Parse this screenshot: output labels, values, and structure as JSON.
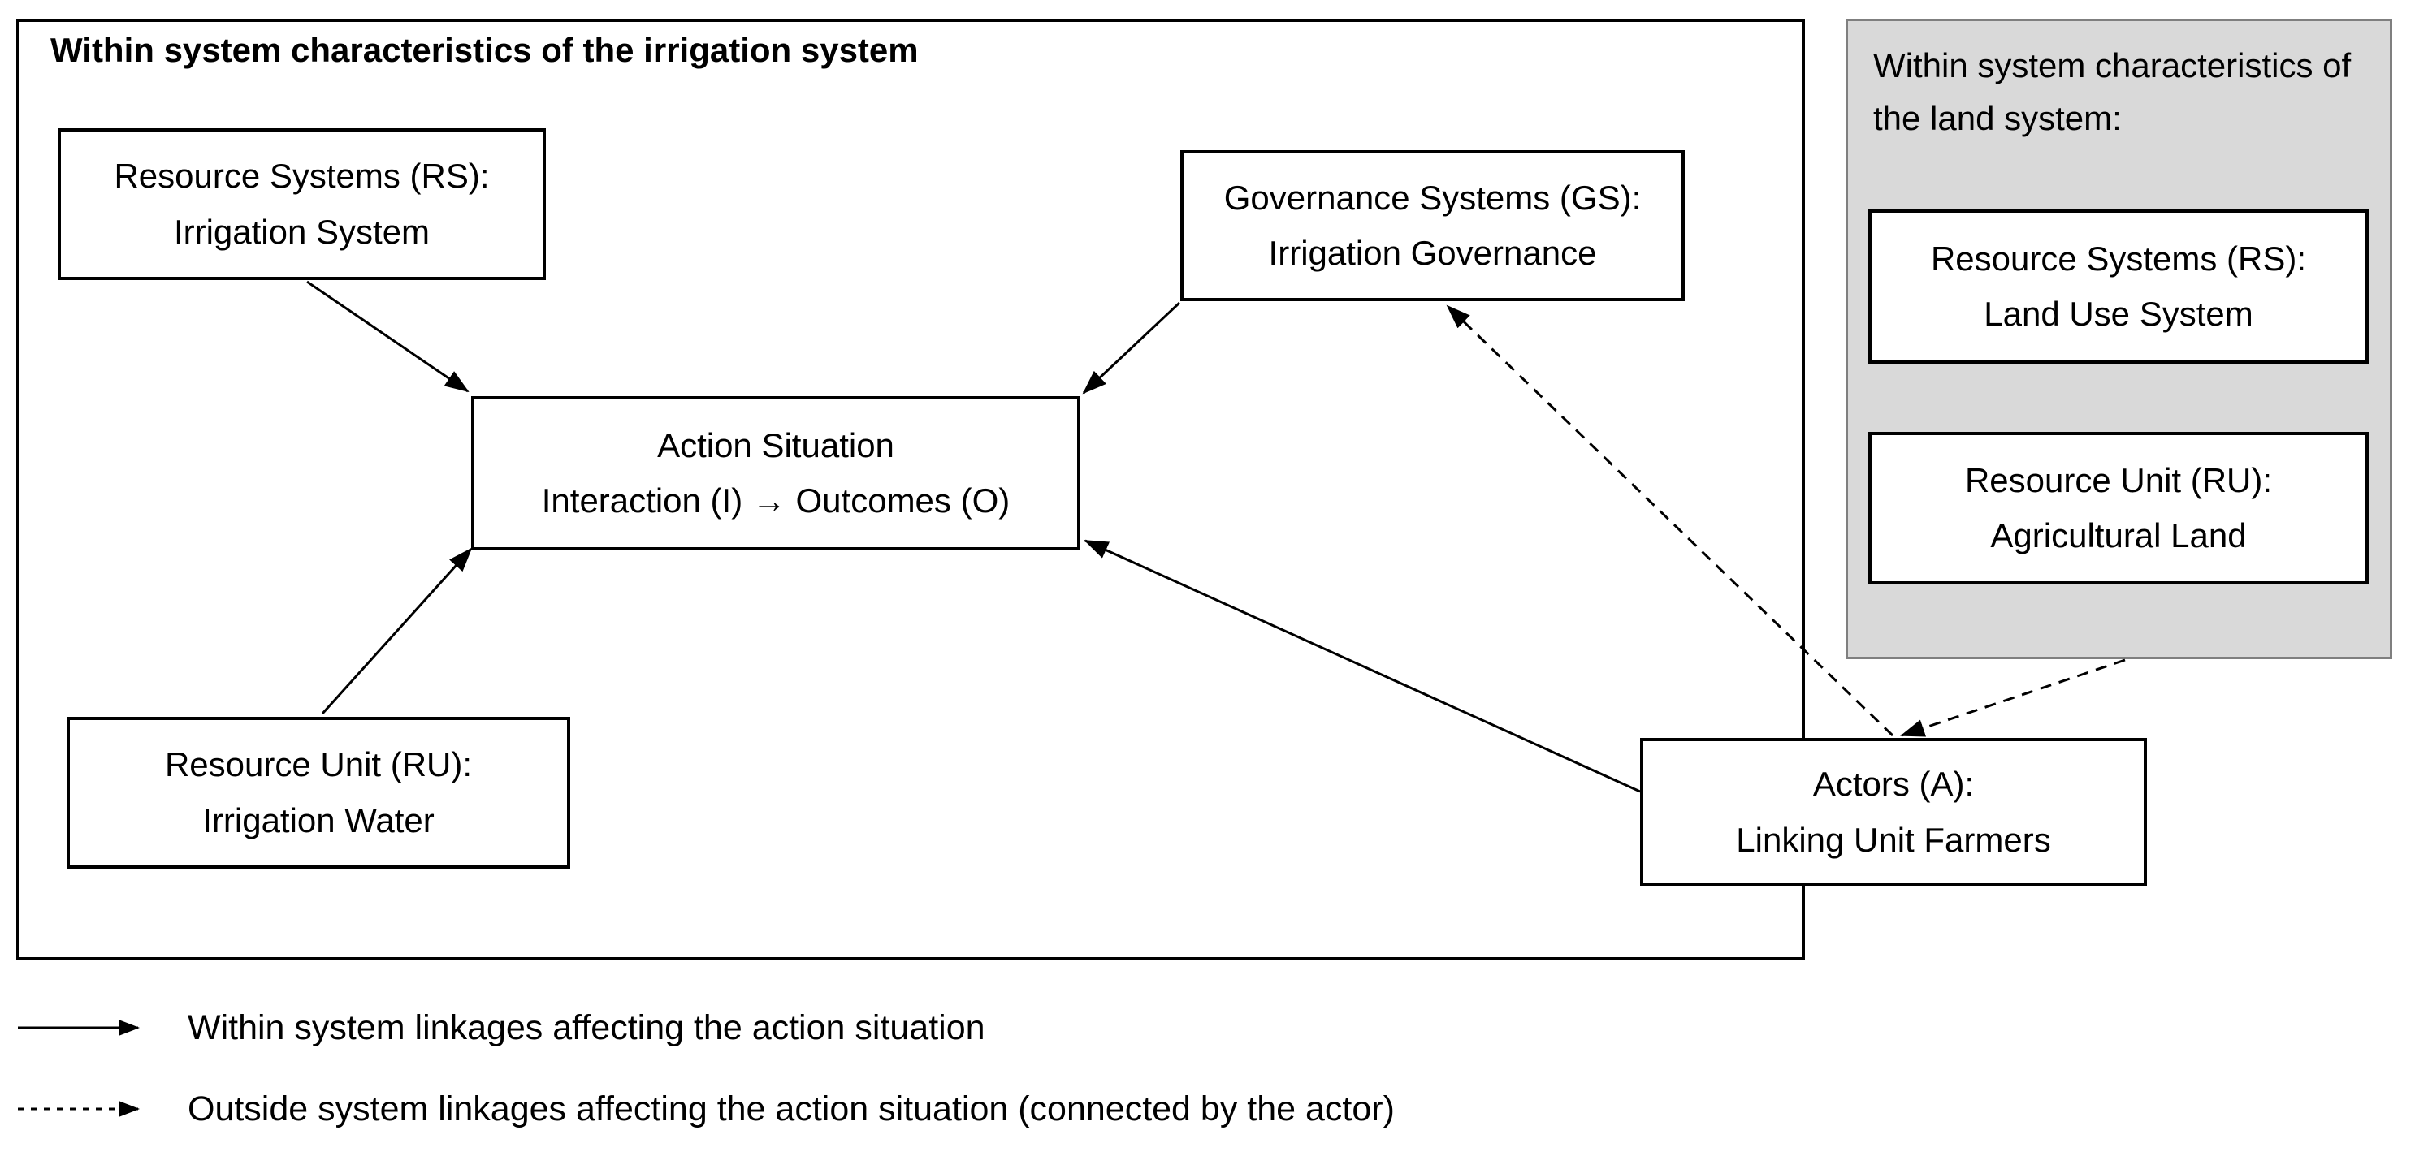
{
  "main_system": {
    "title": "Within system characteristics of the irrigation system",
    "boxes": {
      "resource_systems": {
        "line1": "Resource Systems (RS):",
        "line2": "Irrigation System"
      },
      "governance_systems": {
        "line1": "Governance Systems (GS):",
        "line2": "Irrigation Governance"
      },
      "action_situation": {
        "line1": "Action Situation",
        "line2": "Interaction (I) → Outcomes (O)"
      },
      "resource_unit": {
        "line1": "Resource Unit (RU):",
        "line2": "Irrigation Water"
      },
      "actors": {
        "line1": "Actors (A):",
        "line2": "Linking Unit Farmers"
      }
    }
  },
  "land_system": {
    "title": "Within system characteristics of the land system:",
    "boxes": {
      "resource_systems": {
        "line1": "Resource Systems (RS):",
        "line2": "Land Use System"
      },
      "resource_unit": {
        "line1": "Resource Unit (RU):",
        "line2": "Agricultural Land"
      }
    }
  },
  "legend": {
    "items": [
      {
        "style": "solid",
        "label": "Within system linkages affecting the action situation"
      },
      {
        "style": "dashed",
        "label": "Outside system linkages affecting the action situation (connected by the actor)"
      }
    ]
  },
  "colors": {
    "line": "#000000",
    "box_background": "#ffffff",
    "box_border": "#000000",
    "panel_background": "#d9d9d9",
    "panel_border": "#7f7f7f"
  }
}
